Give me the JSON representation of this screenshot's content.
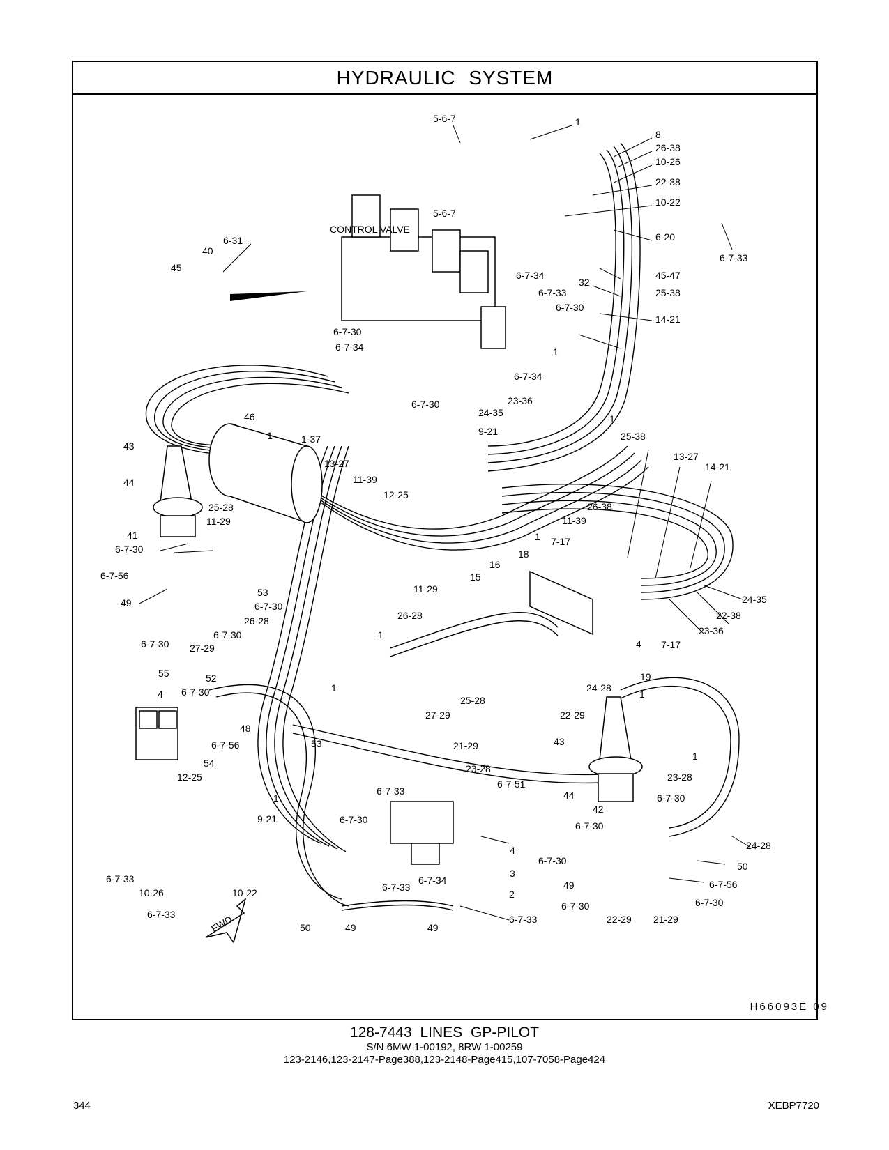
{
  "title": "HYDRAULIC   SYSTEM",
  "figure_ref": "H66093E   09",
  "caption": {
    "part": "128-7443   LINES  GP-PILOT",
    "serial": "S/N 6MW 1-00192, 8RW 1-00259",
    "refs": "123-2146,123-2147-Page388,123-2148-Page415,107-7058-Page424"
  },
  "page_number": "344",
  "doc_id": "XEBP7720",
  "labels": [
    {
      "id": "l1",
      "text": "5-6-7"
    },
    {
      "id": "l2",
      "text": "1"
    },
    {
      "id": "l3",
      "text": "8"
    },
    {
      "id": "l4",
      "text": "26-38"
    },
    {
      "id": "l5",
      "text": "10-26"
    },
    {
      "id": "l6",
      "text": "22-38"
    },
    {
      "id": "l7",
      "text": "10-22"
    },
    {
      "id": "l8",
      "text": "5-6-7"
    },
    {
      "id": "l9",
      "text": "CONTROL  VALVE"
    },
    {
      "id": "l10",
      "text": "6-20"
    },
    {
      "id": "l11",
      "text": "6-7-33"
    },
    {
      "id": "l12",
      "text": "6-31"
    },
    {
      "id": "l13",
      "text": "40"
    },
    {
      "id": "l14",
      "text": "45"
    },
    {
      "id": "l15",
      "text": "32"
    },
    {
      "id": "l16",
      "text": "45-47"
    },
    {
      "id": "l17",
      "text": "6-7-34"
    },
    {
      "id": "l18",
      "text": "6-7-33"
    },
    {
      "id": "l19",
      "text": "25-38"
    },
    {
      "id": "l20",
      "text": "6-7-30"
    },
    {
      "id": "l21",
      "text": "14-21"
    },
    {
      "id": "l22",
      "text": "6-7-30"
    },
    {
      "id": "l23",
      "text": "6-7-34"
    },
    {
      "id": "l24",
      "text": "1"
    },
    {
      "id": "l25",
      "text": "6-7-34"
    },
    {
      "id": "l26",
      "text": "23-36"
    },
    {
      "id": "l27",
      "text": "6-7-30"
    },
    {
      "id": "l28",
      "text": "24-35"
    },
    {
      "id": "l29",
      "text": "46"
    },
    {
      "id": "l30",
      "text": "9-21"
    },
    {
      "id": "l31",
      "text": "1"
    },
    {
      "id": "l32",
      "text": "1"
    },
    {
      "id": "l33",
      "text": "1-37"
    },
    {
      "id": "l34",
      "text": "43"
    },
    {
      "id": "l35",
      "text": "13-27"
    },
    {
      "id": "l36",
      "text": "25-38"
    },
    {
      "id": "l37",
      "text": "13-27"
    },
    {
      "id": "l38",
      "text": "14-21"
    },
    {
      "id": "l39",
      "text": "44"
    },
    {
      "id": "l40",
      "text": "11-39"
    },
    {
      "id": "l41",
      "text": "12-25"
    },
    {
      "id": "l42",
      "text": "25-28"
    },
    {
      "id": "l43",
      "text": "26-38"
    },
    {
      "id": "l44",
      "text": "11-29"
    },
    {
      "id": "l45",
      "text": "11-39"
    },
    {
      "id": "l46",
      "text": "41"
    },
    {
      "id": "l47",
      "text": "1"
    },
    {
      "id": "l48",
      "text": "6-7-30"
    },
    {
      "id": "l49",
      "text": "7-17"
    },
    {
      "id": "l50",
      "text": "18"
    },
    {
      "id": "l51",
      "text": "6-7-56"
    },
    {
      "id": "l52",
      "text": "16"
    },
    {
      "id": "l53",
      "text": "15"
    },
    {
      "id": "l54",
      "text": "53"
    },
    {
      "id": "l55",
      "text": "11-29"
    },
    {
      "id": "l56",
      "text": "24-35"
    },
    {
      "id": "l57",
      "text": "49"
    },
    {
      "id": "l58",
      "text": "6-7-30"
    },
    {
      "id": "l59",
      "text": "26-28"
    },
    {
      "id": "l60",
      "text": "22-38"
    },
    {
      "id": "l61",
      "text": "26-28"
    },
    {
      "id": "l62",
      "text": "23-36"
    },
    {
      "id": "l63",
      "text": "6-7-30"
    },
    {
      "id": "l64",
      "text": "1"
    },
    {
      "id": "l65",
      "text": "6-7-30"
    },
    {
      "id": "l66",
      "text": "27-29"
    },
    {
      "id": "l67",
      "text": "4"
    },
    {
      "id": "l68",
      "text": "7-17"
    },
    {
      "id": "l69",
      "text": "19"
    },
    {
      "id": "l70",
      "text": "55"
    },
    {
      "id": "l71",
      "text": "52"
    },
    {
      "id": "l72",
      "text": "4"
    },
    {
      "id": "l73",
      "text": "6-7-30"
    },
    {
      "id": "l74",
      "text": "1"
    },
    {
      "id": "l75",
      "text": "24-28"
    },
    {
      "id": "l76",
      "text": "1"
    },
    {
      "id": "l77",
      "text": "48"
    },
    {
      "id": "l78",
      "text": "27-29"
    },
    {
      "id": "l79",
      "text": "25-28"
    },
    {
      "id": "l80",
      "text": "22-29"
    },
    {
      "id": "l81",
      "text": "6-7-56"
    },
    {
      "id": "l82",
      "text": "53"
    },
    {
      "id": "l83",
      "text": "21-29"
    },
    {
      "id": "l84",
      "text": "43"
    },
    {
      "id": "l85",
      "text": "54"
    },
    {
      "id": "l86",
      "text": "1"
    },
    {
      "id": "l87",
      "text": "23-28"
    },
    {
      "id": "l88",
      "text": "12-25"
    },
    {
      "id": "l89",
      "text": "23-28"
    },
    {
      "id": "l90",
      "text": "6-7-33"
    },
    {
      "id": "l91",
      "text": "6-7-51"
    },
    {
      "id": "l92",
      "text": "1"
    },
    {
      "id": "l93",
      "text": "44"
    },
    {
      "id": "l94",
      "text": "6-7-30"
    },
    {
      "id": "l95",
      "text": "42"
    },
    {
      "id": "l96",
      "text": "9-21"
    },
    {
      "id": "l97",
      "text": "6-7-30"
    },
    {
      "id": "l98",
      "text": "6-7-30"
    },
    {
      "id": "l99",
      "text": "4"
    },
    {
      "id": "l100",
      "text": "24-28"
    },
    {
      "id": "l101",
      "text": "3"
    },
    {
      "id": "l102",
      "text": "6-7-30"
    },
    {
      "id": "l103",
      "text": "50"
    },
    {
      "id": "l104",
      "text": "6-7-33"
    },
    {
      "id": "l105",
      "text": "6-7-34"
    },
    {
      "id": "l106",
      "text": "49"
    },
    {
      "id": "l107",
      "text": "6-7-56"
    },
    {
      "id": "l108",
      "text": "10-26"
    },
    {
      "id": "l109",
      "text": "10-22"
    },
    {
      "id": "l110",
      "text": "6-7-33"
    },
    {
      "id": "l111",
      "text": "2"
    },
    {
      "id": "l112",
      "text": "6-7-30"
    },
    {
      "id": "l113",
      "text": "6-7-33"
    },
    {
      "id": "l114",
      "text": "6-7-30"
    },
    {
      "id": "l115",
      "text": "6-7-33"
    },
    {
      "id": "l116",
      "text": "22-29"
    },
    {
      "id": "l117",
      "text": "21-29"
    },
    {
      "id": "l118",
      "text": "50"
    },
    {
      "id": "l119",
      "text": "49"
    },
    {
      "id": "l120",
      "text": "49"
    },
    {
      "id": "l121",
      "text": "FWD"
    }
  ]
}
